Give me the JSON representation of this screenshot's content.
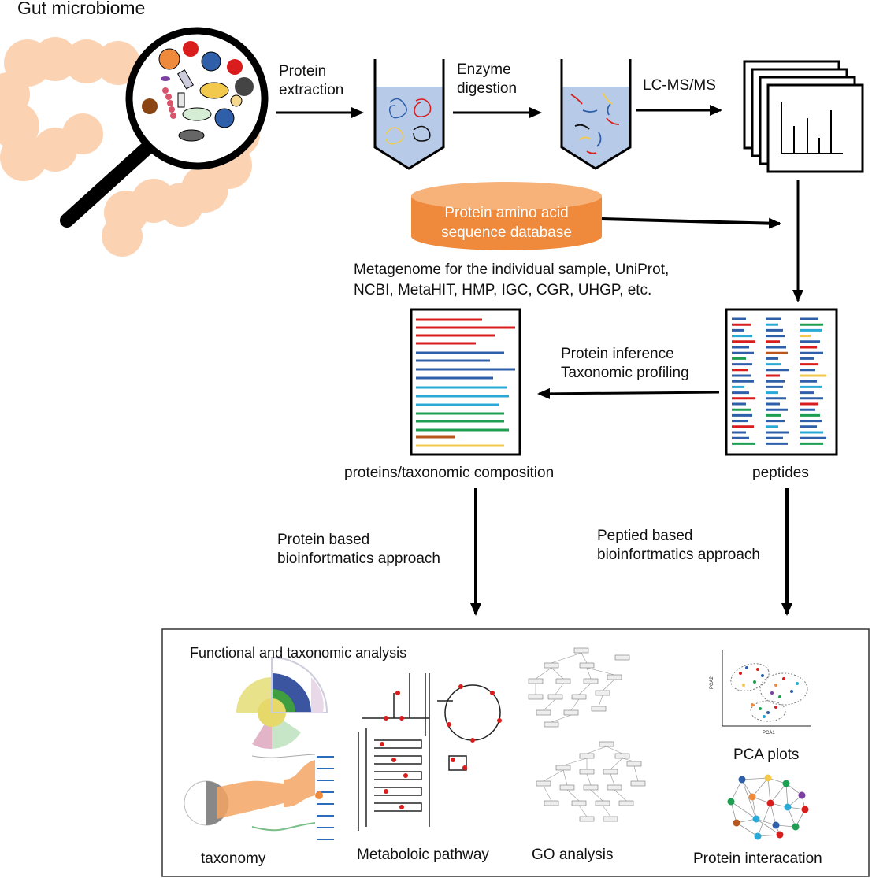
{
  "title": "Gut microbiome",
  "steps": {
    "protein_extraction": [
      "Protein",
      "extraction"
    ],
    "enzyme_digestion": [
      "Enzyme",
      "digestion"
    ],
    "lcms": "LC-MS/MS",
    "database": [
      "Protein amino acid",
      "sequence database"
    ],
    "database_sources": [
      "Metagenome for the individual sample, UniProt,",
      "NCBI, MetaHIT, HMP, IGC, CGR, UHGP, etc."
    ],
    "inference": [
      "Protein inference",
      "Taxonomic profiling"
    ],
    "proteins_label": "proteins/taxonomic composition",
    "peptides_label": "peptides",
    "protein_approach": [
      "Protein based",
      "bioinfortmatics approach"
    ],
    "peptide_approach": [
      "Peptied based",
      "bioinfortmatics approach"
    ]
  },
  "analysis": {
    "title": "Functional and taxonomic analysis",
    "panels": {
      "taxonomy": "taxonomy",
      "pathway": "Metaboloic pathway",
      "go": "GO analysis",
      "pca": "PCA plots",
      "interaction": "Protein interacation"
    },
    "pca_axes": {
      "x": "PCA1",
      "y": "PCA2"
    }
  },
  "colors": {
    "database": "#ef8a3d",
    "colon": "#fbd3b3",
    "tube_fluid": "#b7cbe9"
  }
}
